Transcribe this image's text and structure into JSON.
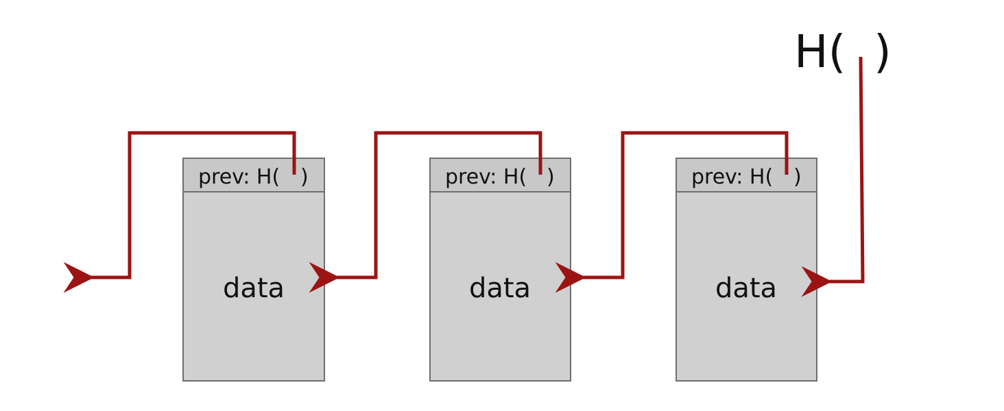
{
  "head_pointer": {
    "open": "H(",
    "close": ")"
  },
  "blocks": [
    {
      "header_open": "prev: H(",
      "header_close": ")",
      "body": "data"
    },
    {
      "header_open": "prev: H(",
      "header_close": ")",
      "body": "data"
    },
    {
      "header_open": "prev: H(",
      "header_close": ")",
      "body": "data"
    }
  ],
  "colors": {
    "arrow": "#9b1414",
    "block_fill": "#d0d0d0",
    "block_stroke": "#6e6e6e"
  }
}
